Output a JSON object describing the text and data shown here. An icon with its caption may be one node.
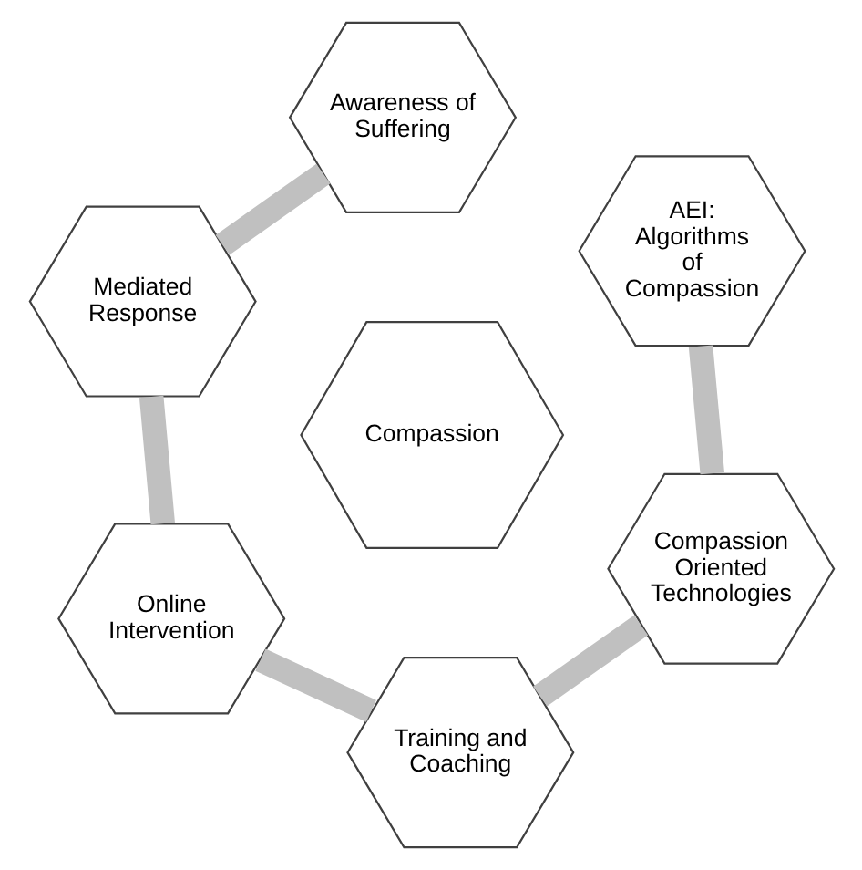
{
  "diagram": {
    "nodes": [
      {
        "text": [
          "Awareness of Suffering"
        ]
      },
      {
        "text": [
          "AEI: Algorithms of Compassion"
        ]
      },
      {
        "text": [
          "Mediated Response"
        ]
      },
      {
        "text": [
          "Compassion"
        ]
      },
      {
        "text": [
          "Compassion Oriented Technologies"
        ]
      },
      {
        "text": [
          "Online Intervention"
        ]
      },
      {
        "text": [
          "Training and Coaching"
        ]
      }
    ],
    "edges": [
      {
        "from": 0,
        "to": 2,
        "arrow": "none"
      },
      {
        "from": 2,
        "to": 5,
        "arrow": "none"
      },
      {
        "from": 5,
        "to": 6,
        "arrow": "none"
      },
      {
        "from": 6,
        "to": 4,
        "arrow": "none"
      },
      {
        "from": 4,
        "to": 1,
        "arrow": "none"
      }
    ]
  }
}
